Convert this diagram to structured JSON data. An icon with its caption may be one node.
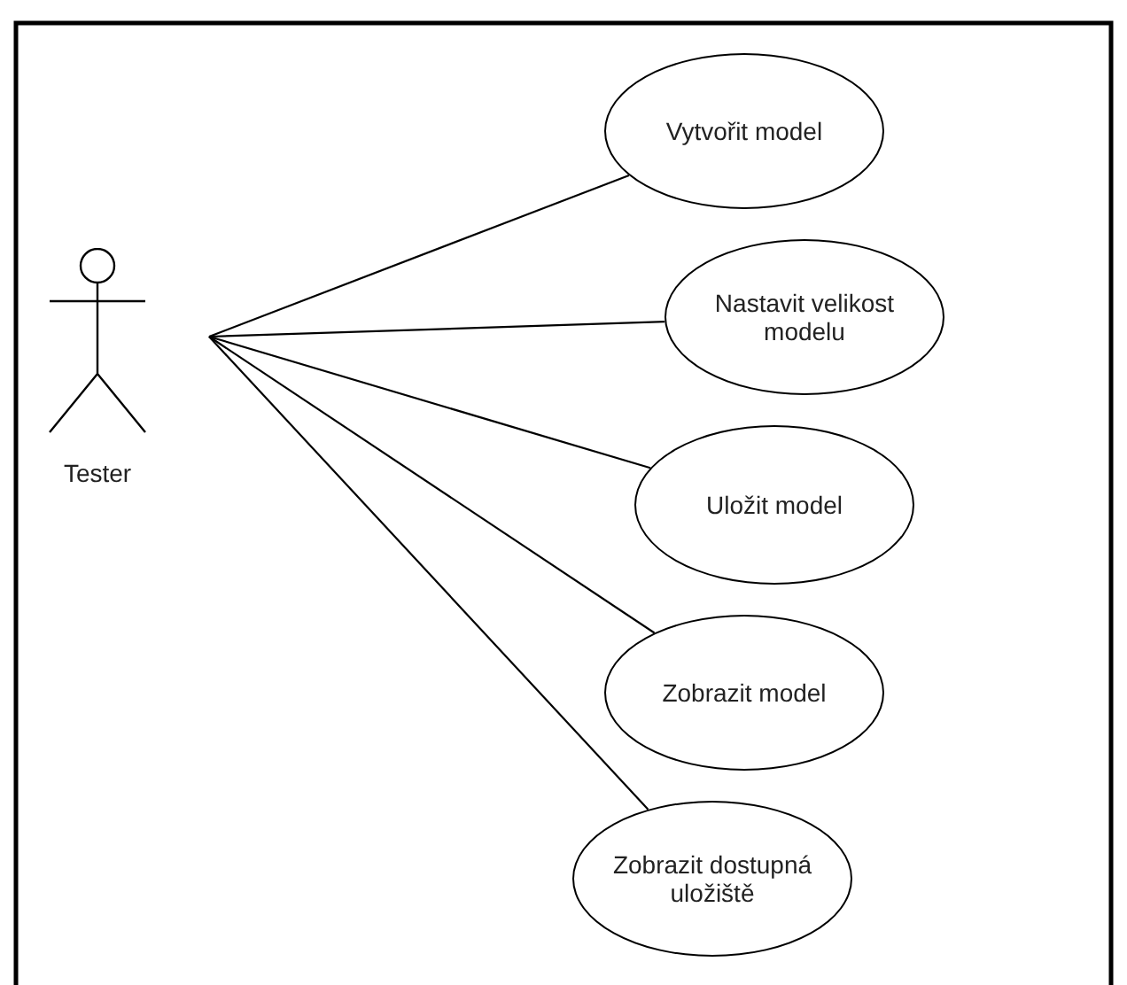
{
  "diagram": {
    "nodes": [
      {
        "text": [
          "Tester"
        ]
      },
      {
        "text": [
          "Vytvořit model"
        ]
      },
      {
        "text": [
          "Nastavit velikost modelu"
        ]
      },
      {
        "text": [
          "Uložit model"
        ]
      },
      {
        "text": [
          "Zobrazit model"
        ]
      },
      {
        "text": [
          "Zobrazit dostupná uložiště"
        ]
      }
    ],
    "edges": [
      {
        "from": 0,
        "to": 1,
        "arrow": "none"
      },
      {
        "from": 0,
        "to": 2,
        "arrow": "none"
      },
      {
        "from": 0,
        "to": 3,
        "arrow": "none"
      },
      {
        "from": 0,
        "to": 4,
        "arrow": "none"
      },
      {
        "from": 0,
        "to": 5,
        "arrow": "none"
      }
    ]
  }
}
